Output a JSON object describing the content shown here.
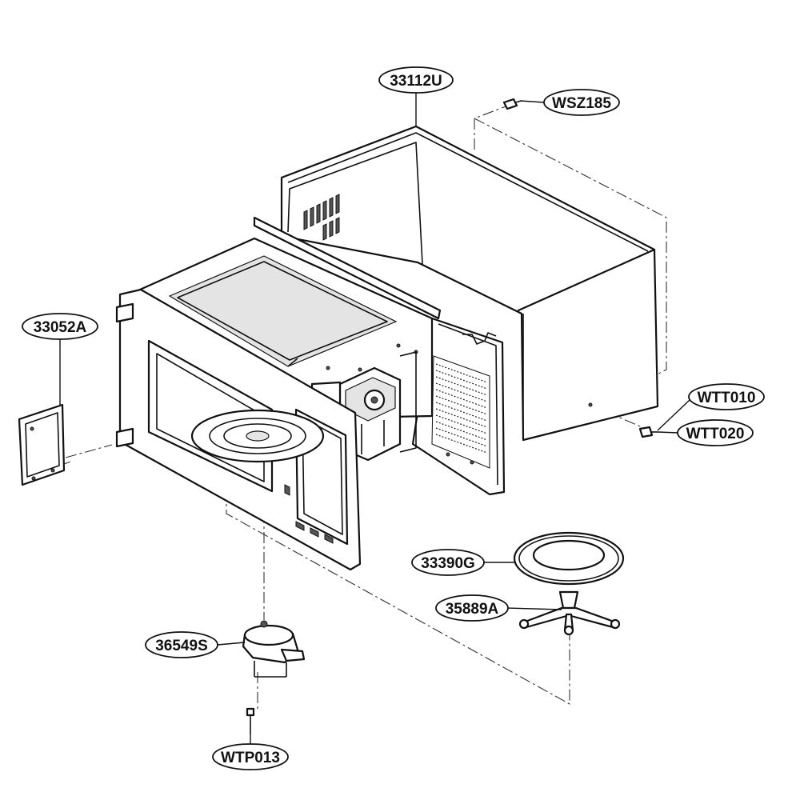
{
  "callouts": [
    {
      "id": "cabinet",
      "label": "33112U"
    },
    {
      "id": "screw-top",
      "label": "WSZ185"
    },
    {
      "id": "cover-plate",
      "label": "33052A"
    },
    {
      "id": "screw-side-1",
      "label": "WTT010"
    },
    {
      "id": "screw-side-2",
      "label": "WTT020"
    },
    {
      "id": "tray",
      "label": "33390G"
    },
    {
      "id": "roller",
      "label": "35889A"
    },
    {
      "id": "motor",
      "label": "36549S"
    },
    {
      "id": "screw-bottom",
      "label": "WTP013"
    }
  ]
}
